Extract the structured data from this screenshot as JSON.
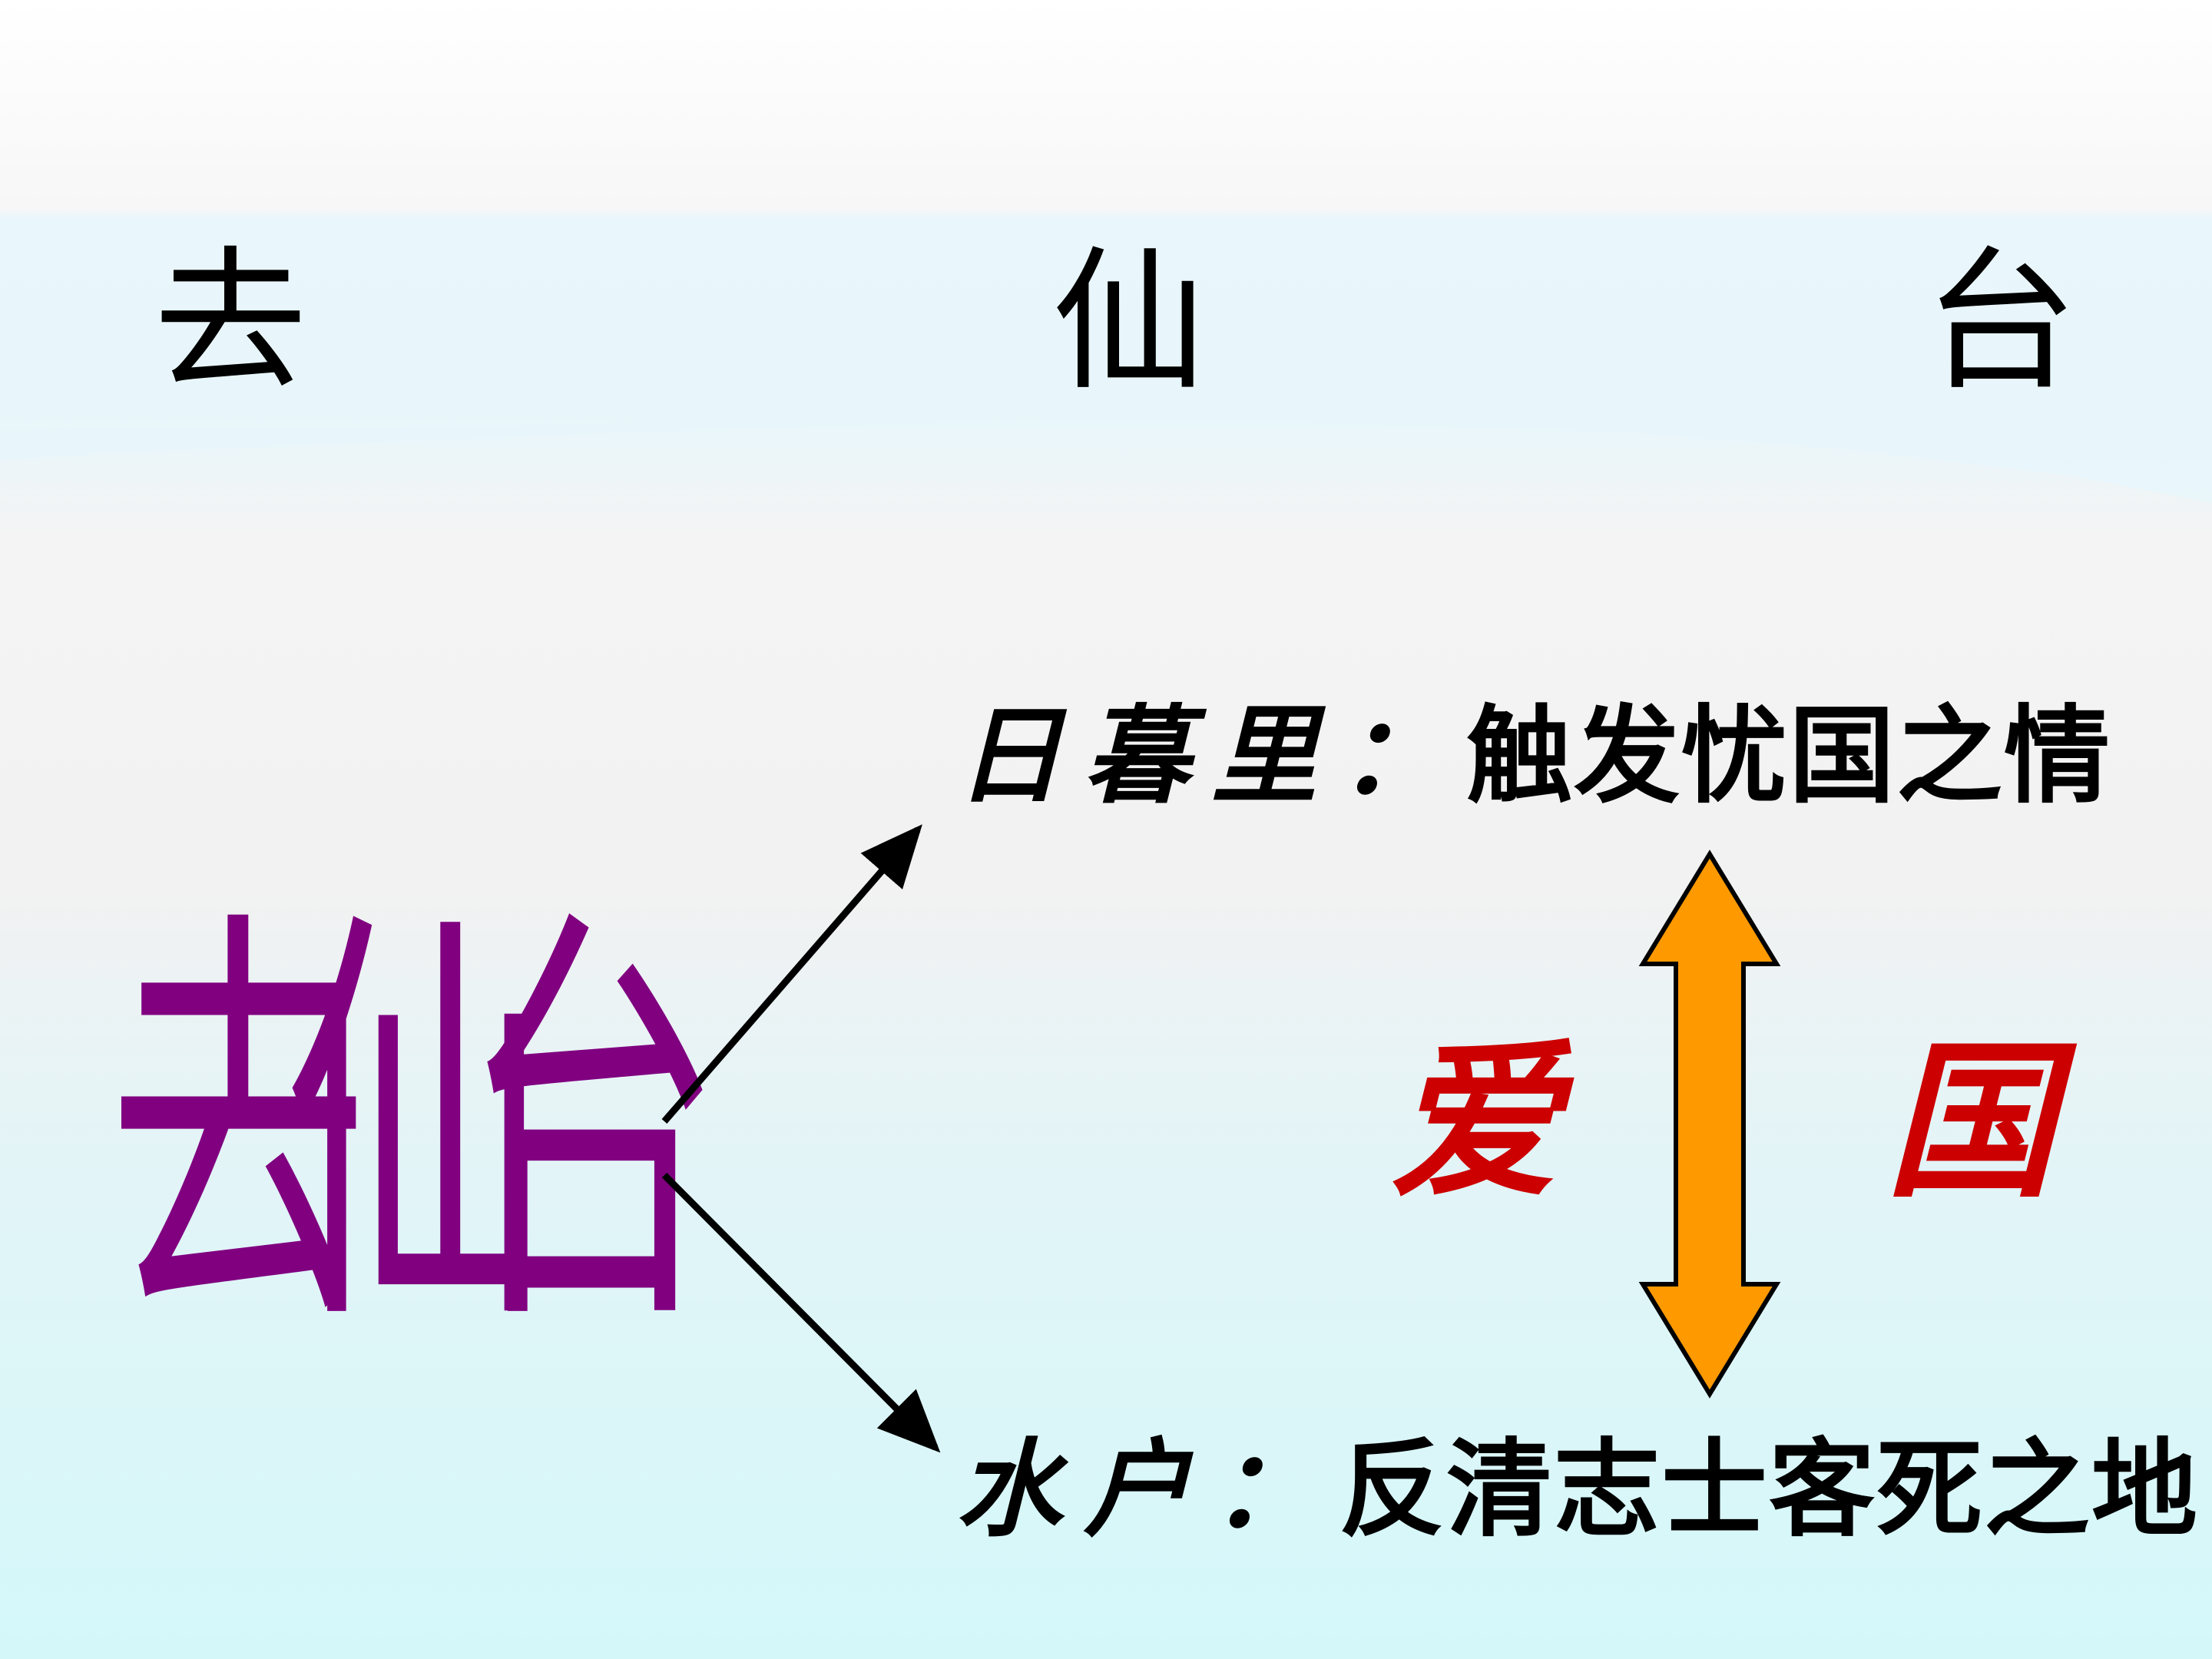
{
  "title": {
    "chars": [
      "去",
      "仙",
      "台"
    ]
  },
  "diagram": {
    "main_label": [
      "去",
      "仙",
      "台"
    ],
    "branch_top": {
      "label": "日暮里：",
      "text": "触发忧国之情"
    },
    "branch_bottom": {
      "label": "水户：",
      "text": "反清志士客死之地"
    },
    "theme_chars": [
      "爱",
      "国"
    ]
  },
  "colors": {
    "main_label": "#800080",
    "theme": "#cc0000",
    "double_arrow_fill": "#ff9900",
    "arrows": "#000000"
  }
}
